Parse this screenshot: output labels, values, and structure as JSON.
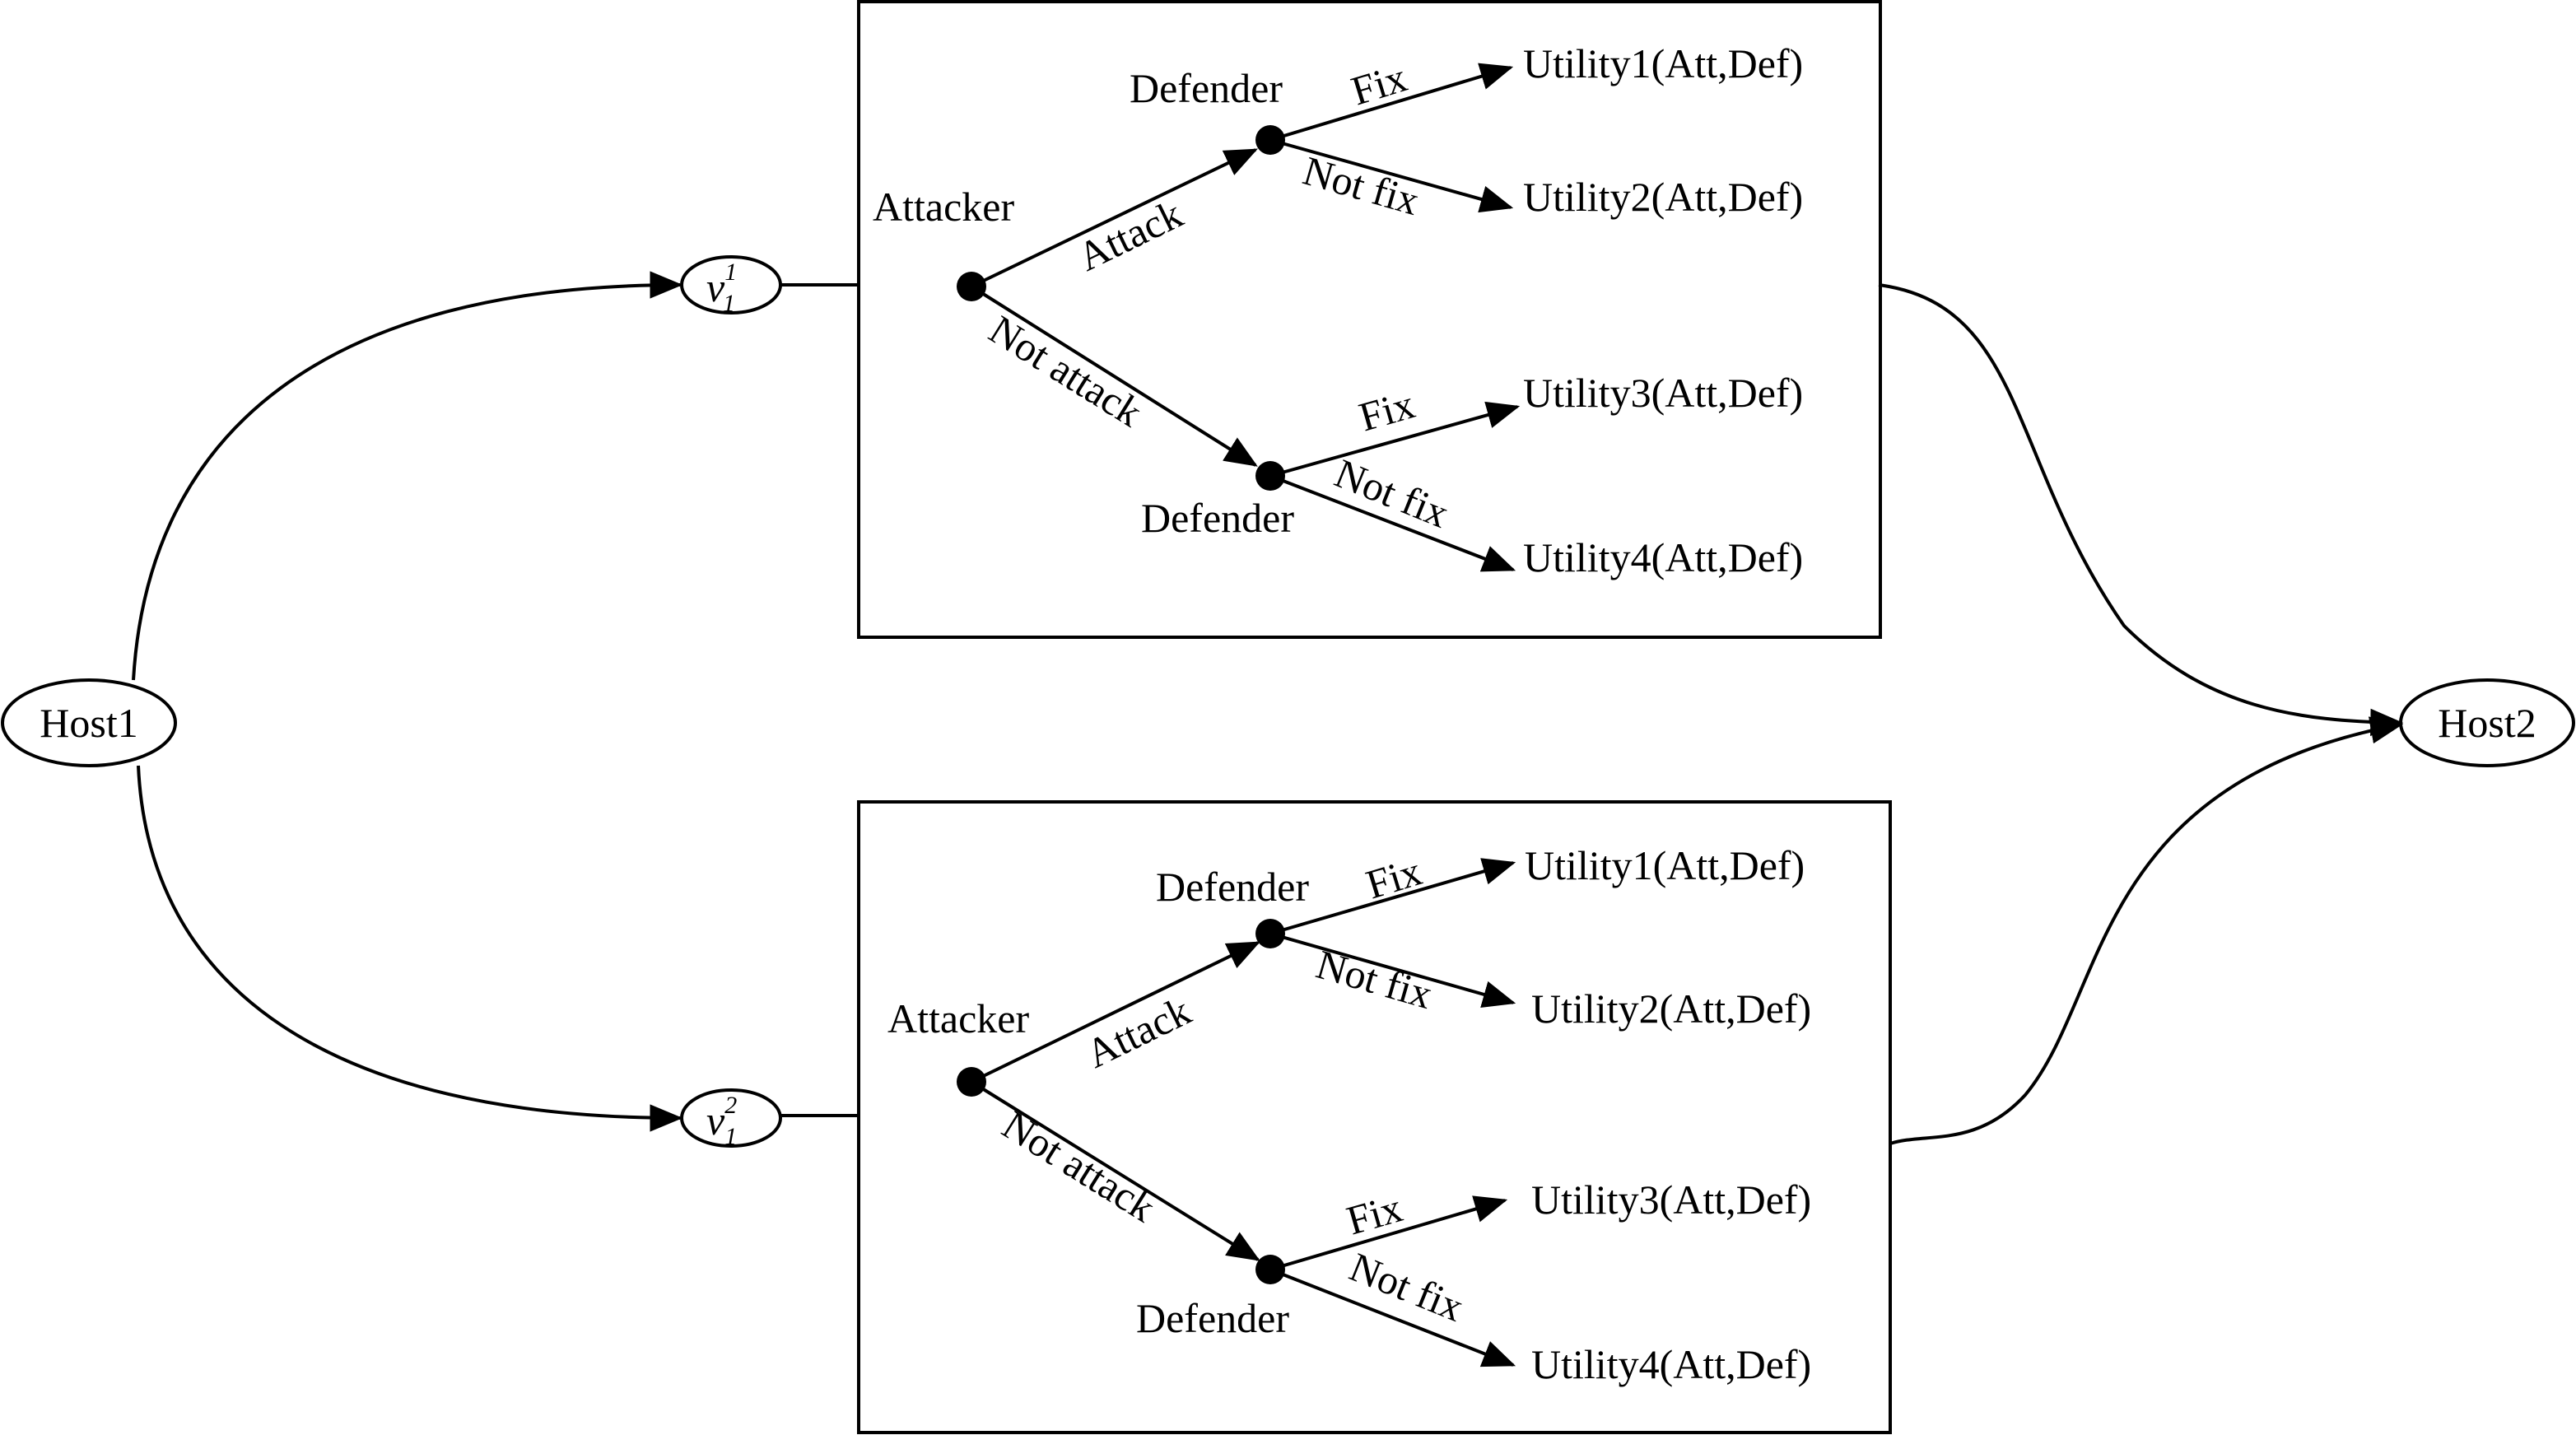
{
  "hosts": {
    "source": "Host1",
    "target": "Host2"
  },
  "vulnerabilities": [
    {
      "base": "v",
      "sub": "1",
      "sup": "1"
    },
    {
      "base": "v",
      "sub": "1",
      "sup": "2"
    }
  ],
  "game_trees": [
    {
      "attacker": "Attacker",
      "attack": "Attack",
      "not_attack": "Not attack",
      "defender_top": "Defender",
      "defender_bottom": "Defender",
      "fix_top": "Fix",
      "not_fix_top": "Not fix",
      "fix_bottom": "Fix",
      "not_fix_bottom": "Not fix",
      "utilities": [
        "Utility1(Att,Def)",
        "Utility2(Att,Def)",
        "Utility3(Att,Def)",
        "Utility4(Att,Def)"
      ]
    },
    {
      "attacker": "Attacker",
      "attack": "Attack",
      "not_attack": "Not attack",
      "defender_top": "Defender",
      "defender_bottom": "Defender",
      "fix_top": "Fix",
      "not_fix_top": "Not fix",
      "fix_bottom": "Fix",
      "not_fix_bottom": "Not fix",
      "utilities": [
        "Utility1(Att,Def)",
        "Utility2(Att,Def)",
        "Utility3(Att,Def)",
        "Utility4(Att,Def)"
      ]
    }
  ]
}
